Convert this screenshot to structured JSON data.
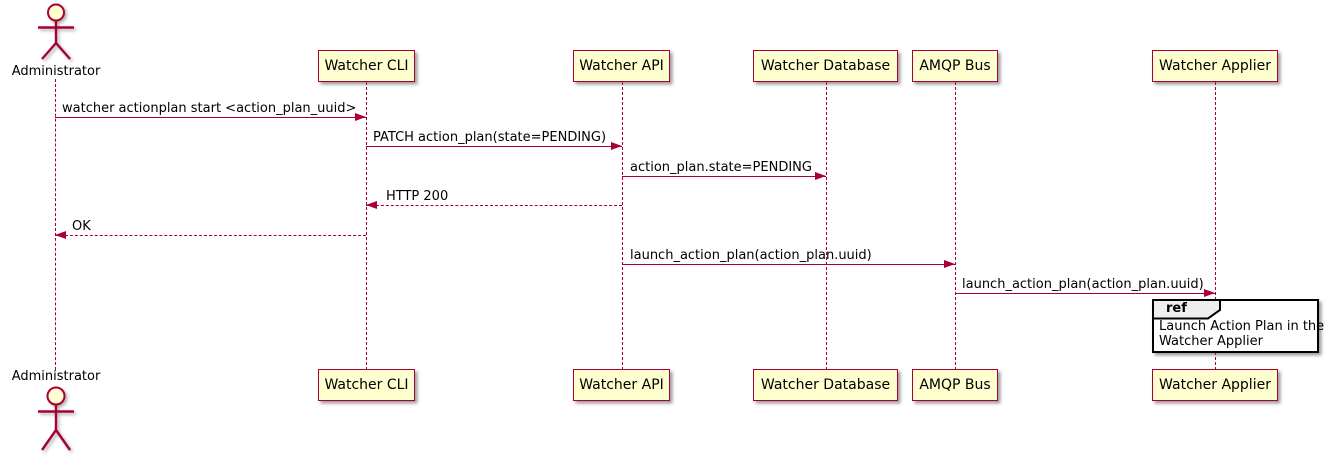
{
  "diagram": {
    "kind": "uml-sequence-diagram",
    "colors": {
      "line": "#A80036",
      "participant_fill": "#FEFECE",
      "text": "#000000",
      "ref_fill": "#FFFFFF",
      "ref_tag_fill": "#EEEEEE",
      "ref_border": "#000000"
    }
  },
  "actor": {
    "name": "Administrator"
  },
  "participants": [
    {
      "name": "Watcher CLI"
    },
    {
      "name": "Watcher API"
    },
    {
      "name": "Watcher Database"
    },
    {
      "name": "AMQP Bus"
    },
    {
      "name": "Watcher Applier"
    }
  ],
  "messages": [
    {
      "from": "Administrator",
      "to": "Watcher CLI",
      "style": "solid",
      "text": "watcher actionplan start <action_plan_uuid>"
    },
    {
      "from": "Watcher CLI",
      "to": "Watcher API",
      "style": "solid",
      "text": "PATCH action_plan(state=PENDING)"
    },
    {
      "from": "Watcher API",
      "to": "Watcher Database",
      "style": "solid",
      "text": "action_plan.state=PENDING"
    },
    {
      "from": "Watcher API",
      "to": "Watcher CLI",
      "style": "dashed",
      "text": "HTTP 200"
    },
    {
      "from": "Watcher CLI",
      "to": "Administrator",
      "style": "dashed",
      "text": "OK"
    },
    {
      "from": "Watcher API",
      "to": "AMQP Bus",
      "style": "solid",
      "text": "launch_action_plan(action_plan.uuid)"
    },
    {
      "from": "AMQP Bus",
      "to": "Watcher Applier",
      "style": "solid",
      "text": "launch_action_plan(action_plan.uuid)"
    }
  ],
  "ref": {
    "keyword": "ref",
    "line1": "Launch Action Plan in the",
    "line2": "Watcher Applier"
  }
}
